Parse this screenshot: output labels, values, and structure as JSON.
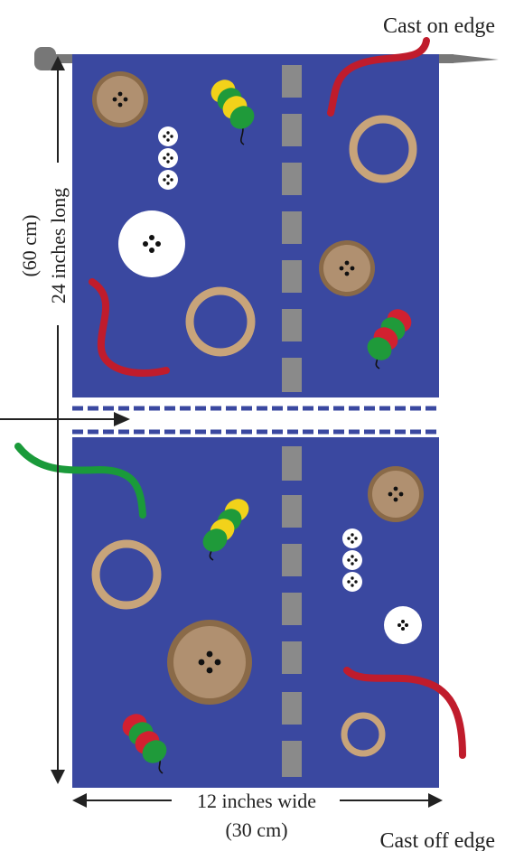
{
  "labels": {
    "cast_on_edge": "Cast on edge",
    "cast_off_edge": "Cast off edge",
    "length_main": "24 inches long",
    "length_metric": "(60 cm)",
    "width_main": "12 inches wide",
    "width_metric": "(30 cm)"
  },
  "colors": {
    "panel": "#3a48a0",
    "dash": "#8a8a8a",
    "wood": "#b09070",
    "wood_dark": "#8a6a48",
    "ring": "#c8a47a",
    "white_button": "#ffffff",
    "ribbon_red": "#c01c2c",
    "ribbon_green": "#1a9a3a",
    "bead_yellow": "#f2d21a",
    "bead_green": "#1f9a3a",
    "bead_red": "#d22030",
    "needle": "#777777",
    "line": "#222222"
  }
}
